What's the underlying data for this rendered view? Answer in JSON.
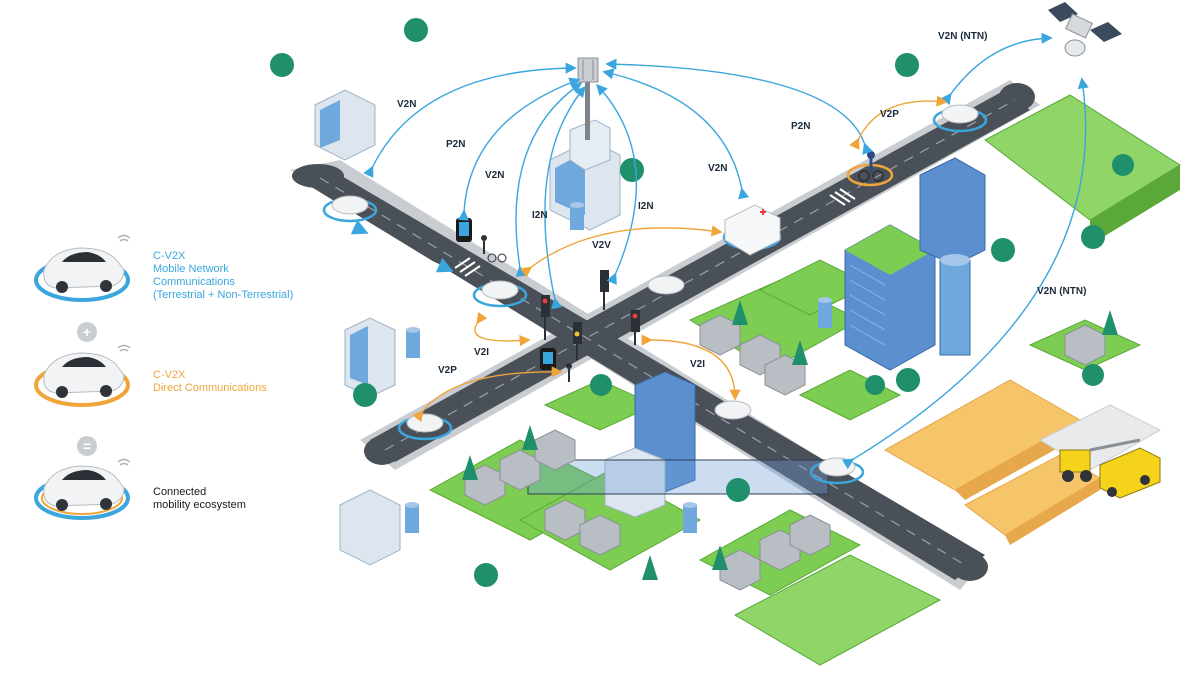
{
  "legend": {
    "item1": {
      "lines": [
        "C-V2X",
        "Mobile Network",
        "Communications",
        "(Terrestrial + Non-Terrestrial)"
      ],
      "color": "#3aa6dd"
    },
    "operator_plus": "+",
    "item2": {
      "lines": [
        "C-V2X",
        "Direct Communications"
      ],
      "color": "#f0a53a"
    },
    "operator_equals": "=",
    "item3": {
      "lines": [
        "Connected",
        "mobility ecosystem"
      ],
      "color": "#1a1a1a"
    }
  },
  "labels": {
    "v2n_tl": "V2N",
    "p2n_left": "P2N",
    "v2n_mid": "V2N",
    "i2n_a": "I2N",
    "i2n_b": "I2N",
    "v2n_right": "V2N",
    "p2n_right": "P2N",
    "v2p_right": "V2P",
    "v2n_ntn_top": "V2N (NTN)",
    "v2n_ntn_side": "V2N (NTN)",
    "v2v": "V2V",
    "v2i_left": "V2I",
    "v2p_left": "V2P",
    "v2i_right": "V2I"
  },
  "colors": {
    "mobile_network": "#3aa6dd",
    "direct": "#f0a53a",
    "road": "#4a5058",
    "road_edge": "#c9ccd0",
    "grass": "#7ccd52",
    "building_blue": "#5b8fd0",
    "tree": "#1f8f6c",
    "field": "#f6c56a"
  },
  "icons": [
    "car-icon",
    "tower-icon",
    "satellite-icon",
    "ambulance-icon",
    "traffic-light-icon",
    "phone-icon",
    "pedestrian-icon",
    "cyclist-icon",
    "tractor-icon",
    "truck-icon",
    "wifi-icon"
  ]
}
